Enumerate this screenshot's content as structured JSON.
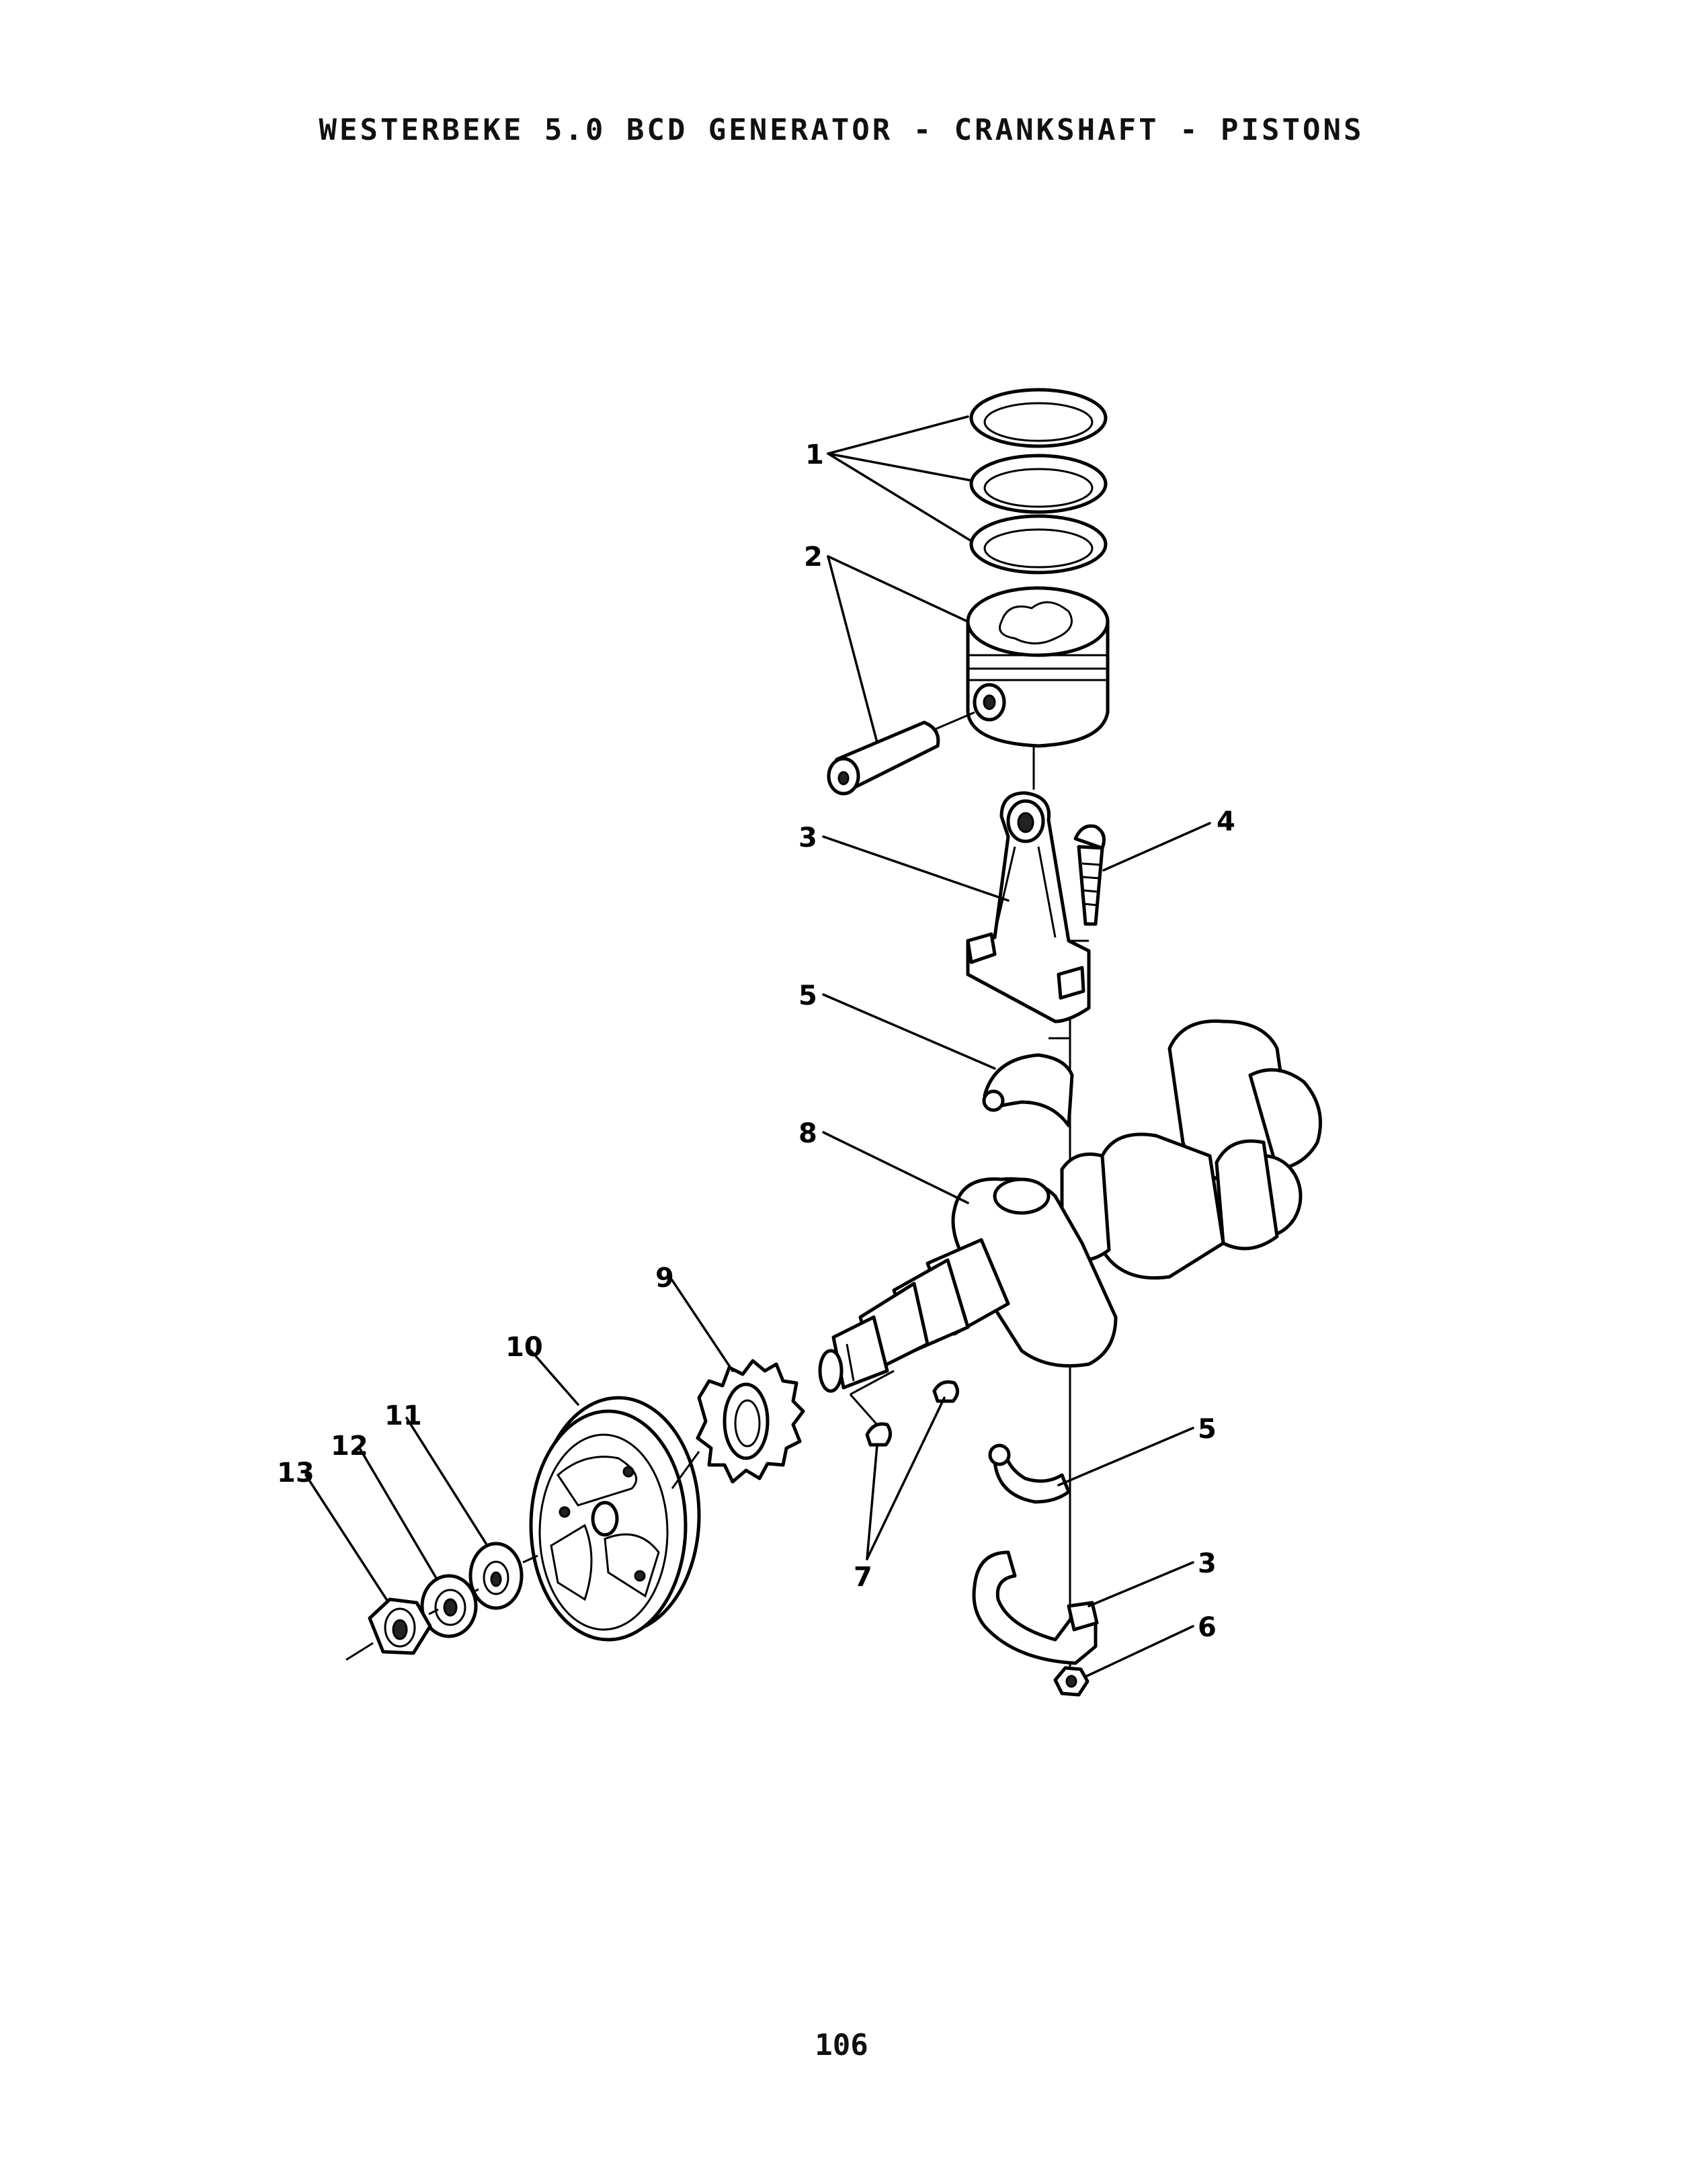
{
  "document": {
    "title": "WESTERBEKE 5.0 BCD GENERATOR - CRANKSHAFT - PISTONS",
    "page_number": "106"
  },
  "callouts": [
    {
      "id": "1",
      "label": "1"
    },
    {
      "id": "2",
      "label": "2"
    },
    {
      "id": "3a",
      "label": "3"
    },
    {
      "id": "4",
      "label": "4"
    },
    {
      "id": "5a",
      "label": "5"
    },
    {
      "id": "8",
      "label": "8"
    },
    {
      "id": "9",
      "label": "9"
    },
    {
      "id": "10",
      "label": "10"
    },
    {
      "id": "11",
      "label": "11"
    },
    {
      "id": "12",
      "label": "12"
    },
    {
      "id": "13",
      "label": "13"
    },
    {
      "id": "5b",
      "label": "5"
    },
    {
      "id": "7",
      "label": "7"
    },
    {
      "id": "3b",
      "label": "3"
    },
    {
      "id": "6",
      "label": "6"
    }
  ]
}
